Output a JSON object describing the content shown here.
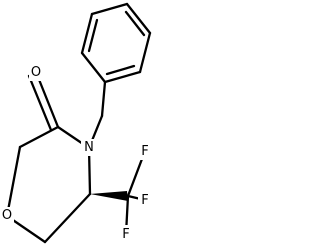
{
  "structure": {
    "atoms": [
      {
        "id": "o-carbonyl",
        "label": "O"
      },
      {
        "id": "n-ring",
        "label": "N"
      },
      {
        "id": "o-ring",
        "label": "O"
      },
      {
        "id": "f-top",
        "label": "F"
      },
      {
        "id": "f-mid",
        "label": "F"
      },
      {
        "id": "f-bottom",
        "label": "F"
      }
    ]
  }
}
